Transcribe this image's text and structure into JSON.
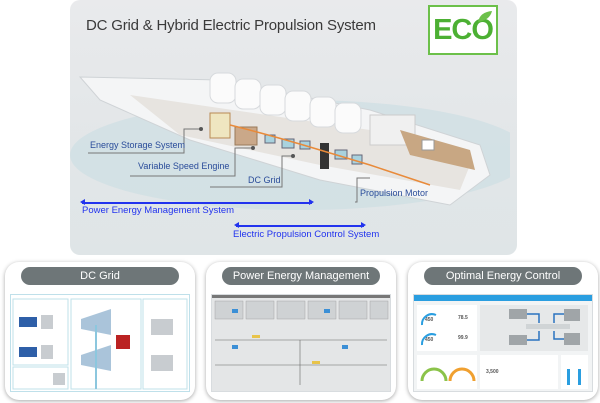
{
  "header": {
    "title": "DC Grid & Hybrid Electric Propulsion System",
    "badge": "ECO"
  },
  "callouts": [
    "Energy Storage System",
    "Variable Speed Engine",
    "DC Grid",
    "Propulsion Motor"
  ],
  "spans": [
    "Power Energy Management System",
    "Electric Propulsion Control System"
  ],
  "panels": [
    {
      "title": "DC Grid"
    },
    {
      "title": "Power Energy Management"
    },
    {
      "title": "Optimal Energy Control",
      "values": [
        "450",
        "450",
        "78.5",
        "99.9",
        "3,500"
      ]
    }
  ],
  "colors": {
    "accent": "#2233ee",
    "eco": "#4cb033",
    "pill": "#6e7678"
  }
}
